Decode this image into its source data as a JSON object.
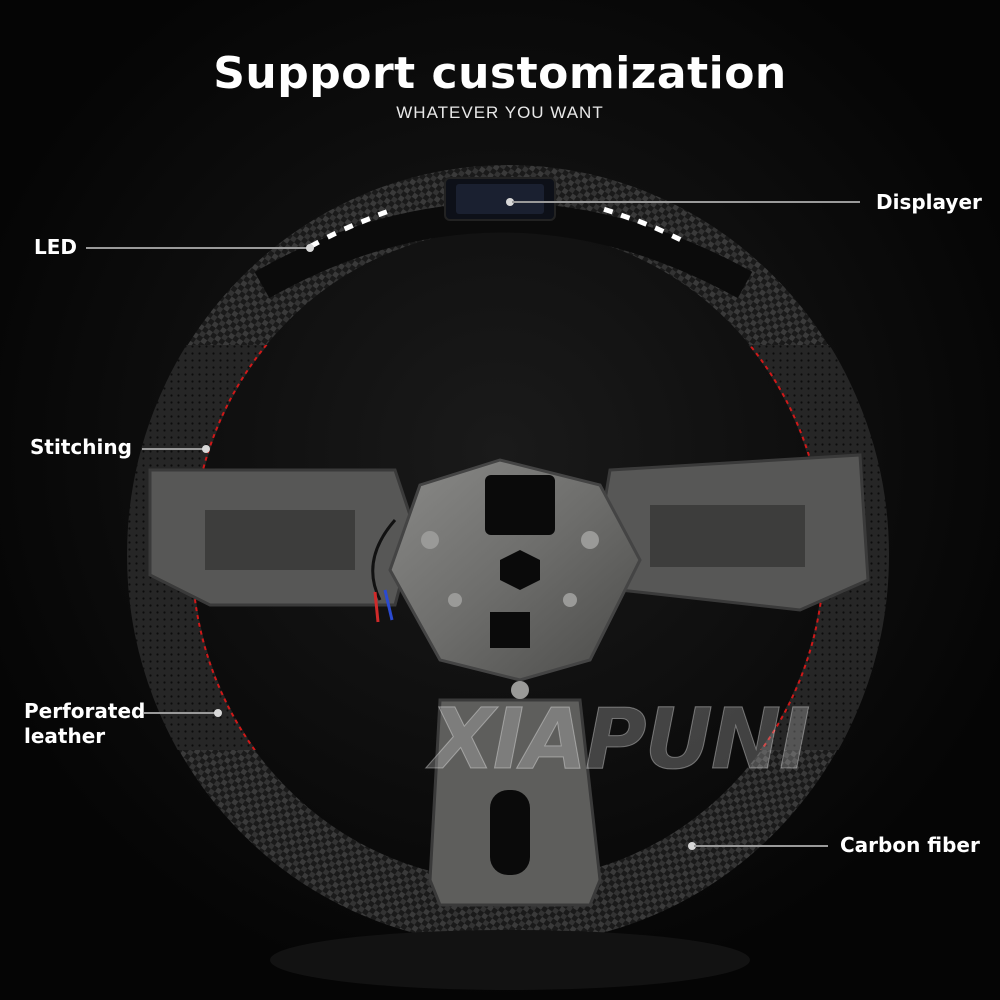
{
  "header": {
    "title": "Support customization",
    "subtitle": "WHATEVER YOU WANT"
  },
  "callouts": {
    "led": "LED",
    "displayer": "Displayer",
    "stitching": "Stitching",
    "perforated_line1": "Perforated",
    "perforated_line2": "leather",
    "carbon": "Carbon fiber"
  },
  "watermark": "XIAPUNI",
  "colors": {
    "background": "#050505",
    "stitch": "#d01818",
    "led": "#ffffff",
    "leader": "#9a9a9a"
  }
}
